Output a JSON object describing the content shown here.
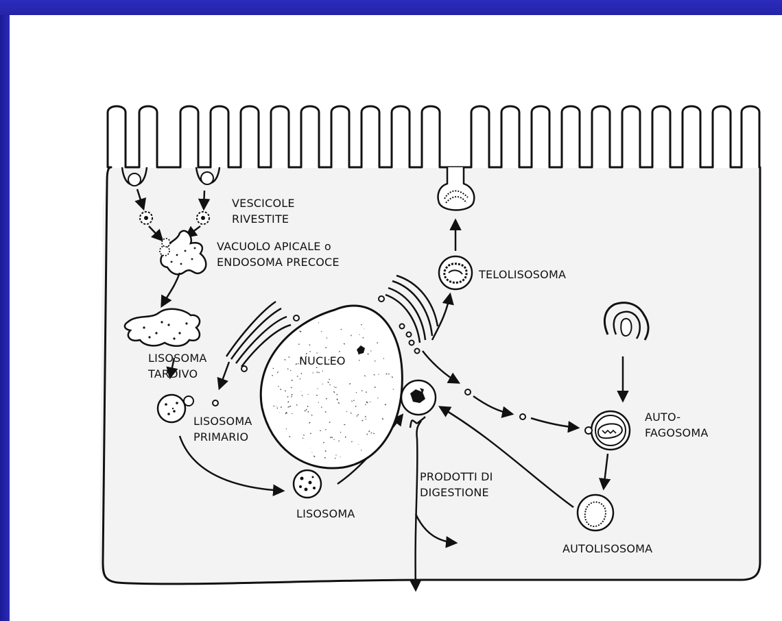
{
  "labels": {
    "vescicole_1": "VESCICOLE",
    "vescicole_2": "RIVESTITE",
    "vacuolo_1": "VACUOLO APICALE o",
    "vacuolo_2": "ENDOSOMA PRECOCE",
    "telolisosoma": "TELOLISOSOMA",
    "lisosoma_tardivo_1": "LISOSOMA",
    "lisosoma_tardivo_2": "TARDIVO",
    "nucleo": "NUCLEO",
    "lisosoma_primario_1": "LISOSOMA",
    "lisosoma_primario_2": "PRIMARIO",
    "auto_1": "AUTO-",
    "auto_2": "FAGOSOMA",
    "prodotti_1": "PRODOTTI DI",
    "prodotti_2": "DIGESTIONE",
    "lisosoma": "LISOSOMA",
    "autolisosoma": "AUTOLISOSOMA"
  },
  "colors": {
    "frame": "#2424a8",
    "ink": "#111111",
    "background": "#ffffff",
    "cytoplasm": "#f2f2f2"
  }
}
